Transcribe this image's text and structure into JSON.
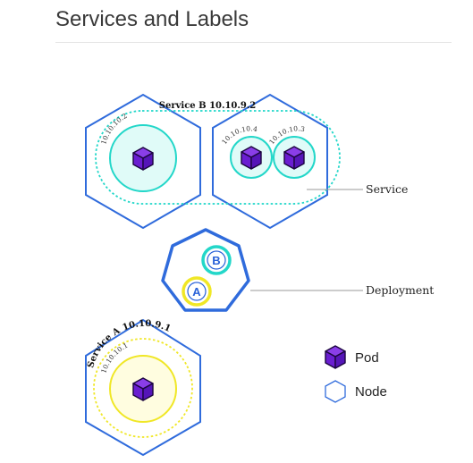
{
  "page": {
    "title": "Services and Labels"
  },
  "diagram": {
    "service_b": {
      "title": "Service B 10.10.9.2"
    },
    "pod_ips": {
      "pod1": "10.10.10.2",
      "pod2": "10.10.10.4",
      "pod3": "10.10.10.3",
      "pod4": "10.10.10.1"
    },
    "service_a": {
      "name": "Service A",
      "ip": "10.10.9.1"
    },
    "deployment_badges": {
      "a": "A",
      "b": "B"
    },
    "callouts": {
      "service": "Service",
      "deployment": "Deployment"
    },
    "legend": {
      "pod": "Pod",
      "node": "Node"
    },
    "colors": {
      "node_stroke": "#2f6bdc",
      "pod_fill": "#6a1ed1",
      "service_b_accent": "#23d7c9",
      "service_a_accent": "#f0e726",
      "pod_cyan_fill": "#e0fbf8",
      "pod_yellow_fill": "#fffde0"
    }
  }
}
